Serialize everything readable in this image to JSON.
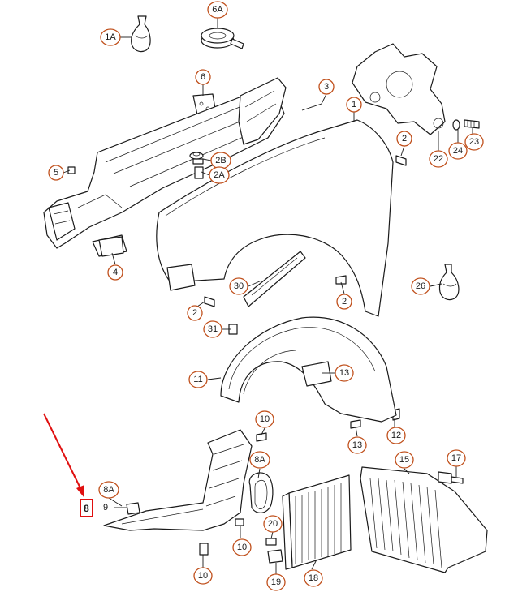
{
  "callouts": {
    "c1A": "1A",
    "c6A": "6A",
    "c6": "6",
    "c3": "3",
    "c1": "1",
    "c2_top": "2",
    "c22": "22",
    "c24": "24",
    "c23": "23",
    "c5": "5",
    "c2B": "2B",
    "c2A": "2A",
    "c4": "4",
    "c30": "30",
    "c2_mid_left": "2",
    "c2_mid_right": "2",
    "c26": "26",
    "c31": "31",
    "c11": "11",
    "c13_top": "13",
    "c13_bottom": "13",
    "c12": "12",
    "c10_top": "10",
    "c8A_right": "8A",
    "c15": "15",
    "c17": "17",
    "c8A_left": "8A",
    "c9": "9",
    "c20": "20",
    "c10_mid": "10",
    "c10_bottom": "10",
    "c19": "19",
    "c18": "18"
  },
  "highlighted_callout": "8",
  "colors": {
    "callout_ring": "#c0501c",
    "highlight": "#e01010",
    "line": "#1a1a1a"
  }
}
